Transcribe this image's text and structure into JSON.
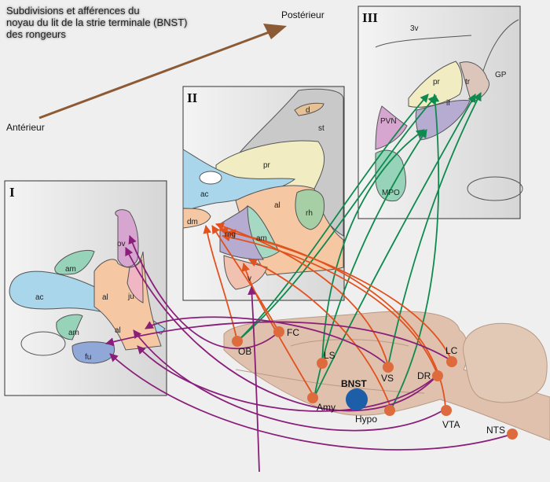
{
  "title": {
    "lines": [
      "Subdivisions et afférences du",
      "noyau du lit de la strie terminale (BNST)",
      "des rongeurs"
    ]
  },
  "axis": {
    "anterior": "Antérieur",
    "posterior": "Postérieur"
  },
  "panels": {
    "I": {
      "numeral": "I",
      "regions": {
        "ov": "ov",
        "am1": "am",
        "ac": "ac",
        "al1": "al",
        "ju": "ju",
        "am2": "am",
        "al2": "al",
        "fu": "fu"
      }
    },
    "II": {
      "numeral": "II",
      "regions": {
        "d": "d",
        "st": "st",
        "pr": "pr",
        "ac": "ac",
        "al": "al",
        "rh": "rh",
        "dm": "dm",
        "mg": "mg",
        "am": "am",
        "v": "v"
      }
    },
    "III": {
      "numeral": "III",
      "regions": {
        "v3": "3v",
        "GP": "GP",
        "pr": "pr",
        "tr": "tr",
        "if": "if",
        "PVN": "PVN",
        "MPO": "MPO"
      }
    }
  },
  "brain": {
    "center": "BNST",
    "nodes": {
      "OB": "OB",
      "FC": "FC",
      "LS": "LS",
      "VS": "VS",
      "LC": "LC",
      "DR": "DR",
      "Amy": "Amy",
      "Hypo": "Hypo",
      "VTA": "VTA",
      "NTS": "NTS"
    }
  },
  "colors": {
    "background": "#efefef",
    "brain": "#dfc1ad",
    "node": "#dd6b3d",
    "bnst": "#1c5fa8",
    "arrow_green": "#0f8a4f",
    "arrow_orange": "#e2521f",
    "arrow_purple": "#8a1f7a",
    "axis_arrow": "#8c5a35"
  }
}
